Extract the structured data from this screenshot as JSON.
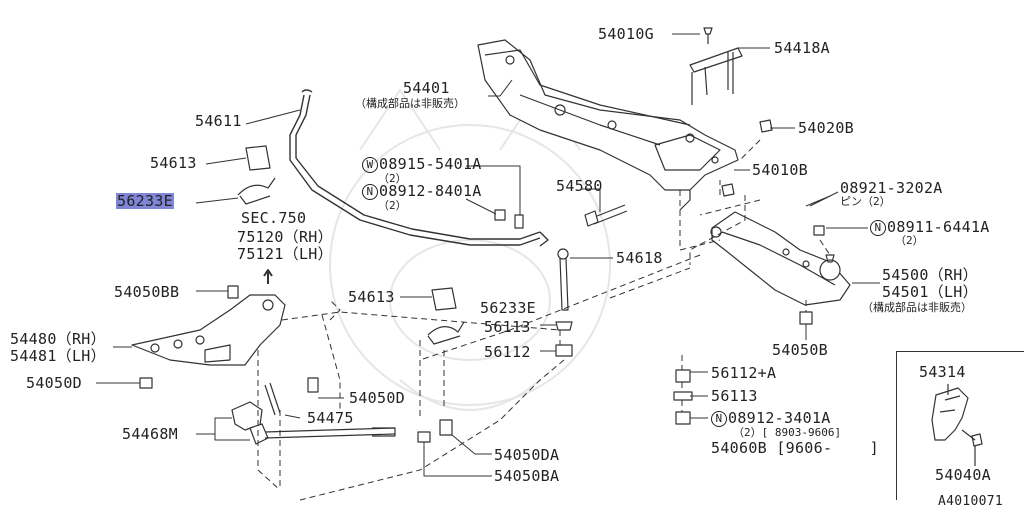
{
  "diagram": {
    "doc_code": "A4010071",
    "highlight_color": "#7f86d8",
    "line_color": "#333333",
    "labels": {
      "p54010G": "54010G",
      "p54418A": "54418A",
      "p54401": "54401",
      "p54401_note": "（構成部品は非販売）",
      "p54020B": "54020B",
      "p54010B": "54010B",
      "p08921": "08921-3202A",
      "p08921_sub": "ピン（2）",
      "p08911": "08911-6441A",
      "p08911_sub": "（2）",
      "p54500": "54500（RH）",
      "p54501": "54501（LH）",
      "p54500_note": "（構成部品は非販売）",
      "p54050B": "54050B",
      "p54611": "54611",
      "p54613a": "54613",
      "p56233Ea": "56233E",
      "sec750": "SEC.750",
      "p75120": "75120（RH）",
      "p75121": "75121（LH）",
      "p08915": "08915-5401A",
      "p08915_sub": "（2）",
      "p08912a": "08912-8401A",
      "p08912a_sub": "（2）",
      "p54580": "54580",
      "p54618": "54618",
      "p54050BB": "54050BB",
      "p54613b": "54613",
      "p56233Eb": "56233E",
      "p56113a": "56113",
      "p56112": "56112",
      "p54480": "54480（RH）",
      "p54481": "54481（LH）",
      "p54050D_a": "54050D",
      "p54050D_b": "54050D",
      "p54475": "54475",
      "p54468M": "54468M",
      "p54050DA": "54050DA",
      "p54050BA": "54050BA",
      "p56112A": "56112+A",
      "p56113b": "56113",
      "p08912b": "08912-3401A",
      "p08912b_sub": "（2）[ 8903-9606]",
      "p54060B": "54060B [9606-    ]",
      "p54314": "54314",
      "p54040A": "54040A"
    },
    "circled": {
      "W": "W",
      "N1": "N",
      "N2": "N",
      "N3": "N"
    }
  }
}
